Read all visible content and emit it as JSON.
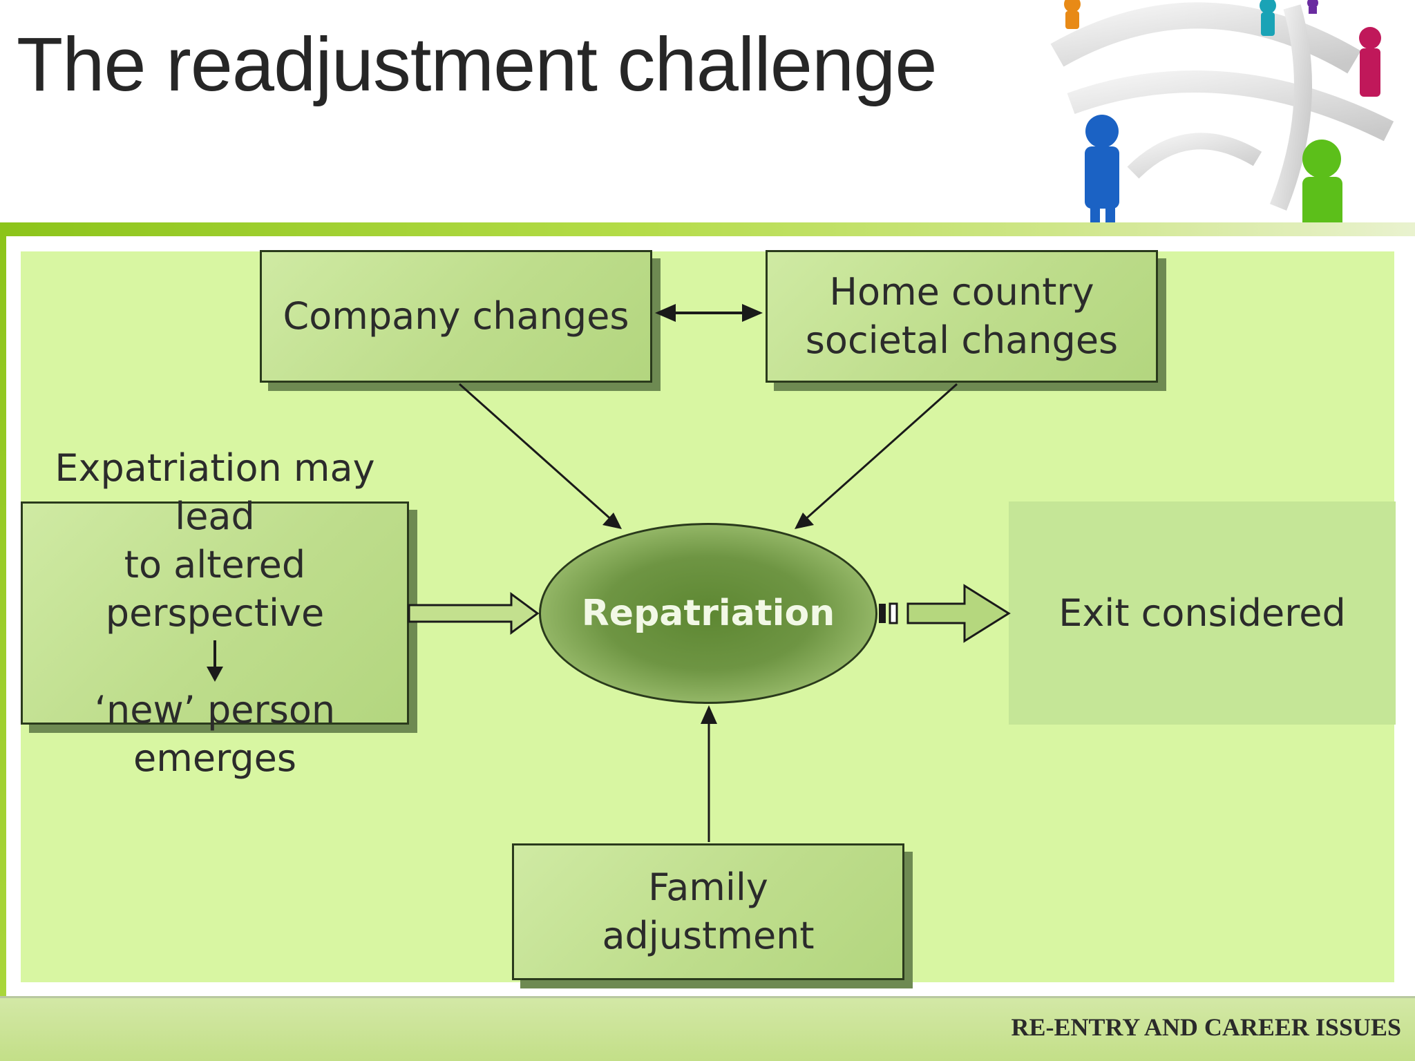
{
  "slide": {
    "title": "The readjustment challenge",
    "footer": "RE-ENTRY AND CAREER ISSUES"
  },
  "diagram": {
    "company_changes": "Company changes",
    "home_country_line1": "Home country",
    "home_country_line2": "societal changes",
    "expatriation_line1": "Expatriation may lead",
    "expatriation_line2": "to altered perspective",
    "new_person": "‘new’ person emerges",
    "repatriation": "Repatriation",
    "exit_considered": "Exit considered",
    "family_line1": "Family",
    "family_line2": "adjustment"
  },
  "colors": {
    "diagram_background": "#d8f6a2",
    "box_fill": "#c6e394",
    "ellipse_fill": "#6e9543",
    "accent_green": "#8cc41a"
  }
}
